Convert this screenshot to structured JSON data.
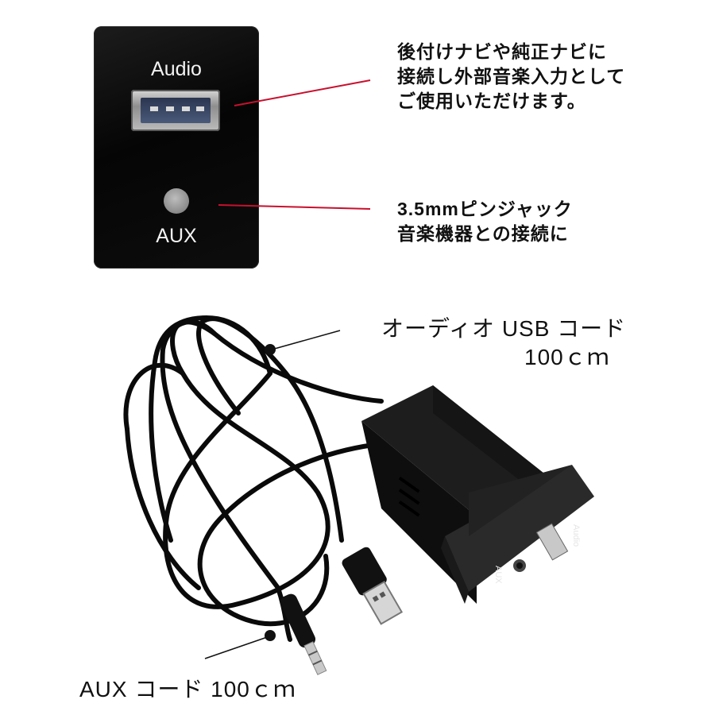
{
  "panel": {
    "top_label": "Audio",
    "bottom_label": "AUX"
  },
  "callouts": {
    "usb_lines": [
      "後付けナビや純正ナビに",
      "接続し外部音楽入力として",
      "ご使用いただけます。"
    ],
    "aux_lines": [
      "3.5mmピンジャック",
      "音楽機器との接続に"
    ]
  },
  "product": {
    "usb_cord_label": "オーディオ USB コード",
    "usb_cord_length": "100ｃｍ",
    "aux_cord_label": "AUX コード 100ｃｍ",
    "unit_audio_label": "Audio",
    "unit_aux_label": "AUX"
  },
  "colors": {
    "callout_line": "#c8102e",
    "panel": "#0b0b0b"
  }
}
